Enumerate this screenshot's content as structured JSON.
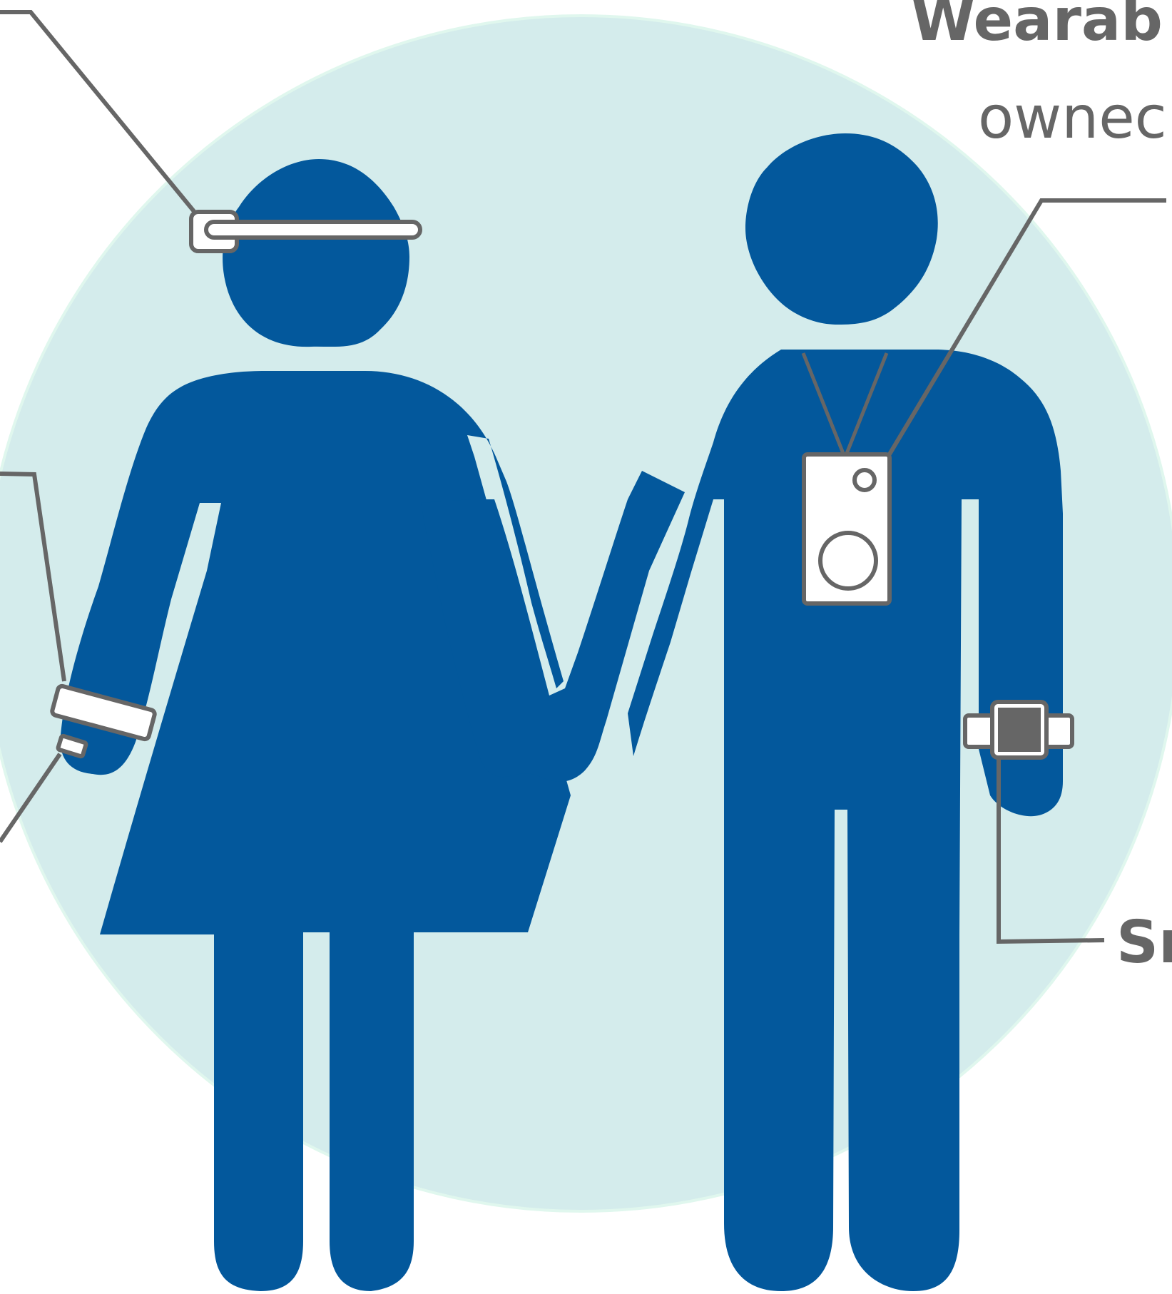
{
  "labels": {
    "top_right_title": "Wearab",
    "top_right_subtitle": "ownec",
    "bottom_right_label": "Sr"
  },
  "colors": {
    "background": "#ffffff",
    "backdrop_circle": "#d4ecec",
    "backdrop_circle_edge": "#e0f7ee",
    "figure": "#03589c",
    "device_fill": "#ffffff",
    "device_stroke": "#666666",
    "leader_line": "#666666"
  },
  "figures": [
    {
      "name": "woman",
      "devices": [
        "head-mounted-display",
        "wristband",
        "finger-ring"
      ]
    },
    {
      "name": "man",
      "devices": [
        "neck-camera",
        "smartwatch"
      ]
    }
  ]
}
